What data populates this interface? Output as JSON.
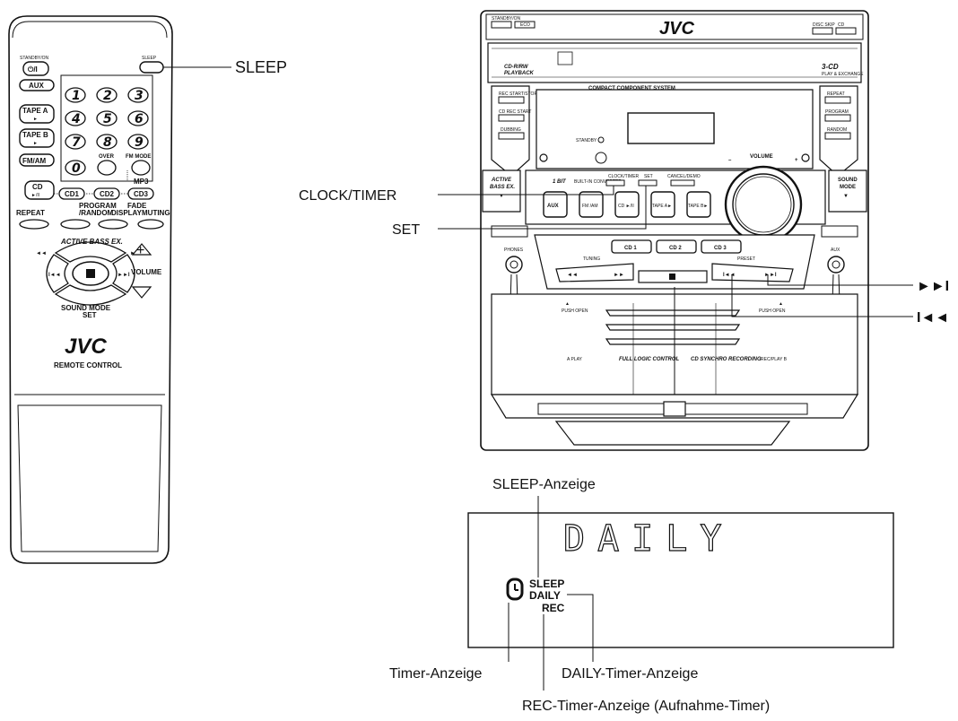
{
  "remote": {
    "standby_label": "STANDBY/ON",
    "power_symbol": "⏻/I",
    "sleep_label": "SLEEP",
    "aux": "AUX",
    "tape_a": "TAPE A",
    "tape_b": "TAPE B",
    "fm_am": "FM/AM",
    "cd": "CD",
    "play_pause": "►/II",
    "cd1": "CD1",
    "cd2": "CD2",
    "cd3": "CD3",
    "digits": [
      "1",
      "2",
      "3",
      "4",
      "5",
      "6",
      "7",
      "8",
      "9",
      "0"
    ],
    "over": "OVER",
    "fm_mode": "FM MODE",
    "mp3": "MP3",
    "repeat": "REPEAT",
    "program_random_1": "PROGRAM",
    "program_random_2": "/RANDOM",
    "display": "DISPLAY",
    "fade_1": "FADE",
    "fade_2": "MUTING",
    "active_bass": "ACTIVE BASS EX.",
    "sound_mode_1": "SOUND MODE",
    "sound_mode_2": "SET",
    "volume": "VOLUME",
    "plus": "+",
    "minus": "–",
    "logo": "JVC",
    "remote_control": "REMOTE CONTROL"
  },
  "unit": {
    "logo": "JVC",
    "standby_on": "STANDBY/ON",
    "echo": "ECO",
    "disc_skip": "DISC SKIP",
    "cd_eject": "CD",
    "cd_rw_1": "CD-R/RW",
    "cd_rw_2": "PLAYBACK",
    "three_cd": "3-CD",
    "three_cd_sub": "PLAY & EXCHANGE",
    "compact": "COMPACT  COMPONENT  SYSTEM",
    "rec_start": "REC START/STOP",
    "cd_rec_start": "CD REC START",
    "dubbing": "DUBBING",
    "repeat": "REPEAT",
    "program": "PROGRAM",
    "random": "RANDOM",
    "standby": "STANDBY",
    "volume": "VOLUME",
    "active_bass_1": "ACTIVE",
    "active_bass_2": "BASS EX.",
    "sound_mode_1": "SOUND",
    "sound_mode_2": "MODE",
    "one_bit": "1 BIT",
    "one_bit_sub": "BUILT-IN CONVERTER",
    "clock_timer_small": "CLOCK/TIMER",
    "set_small": "SET",
    "cancel_demo": "CANCEL/DEMO",
    "src_buttons": [
      "AUX",
      "FM /AM",
      "CD ►/II",
      "TAPE A►",
      "TAPE B►"
    ],
    "disc_buttons": [
      "CD 1",
      "CD 2",
      "CD 3"
    ],
    "tuning": "TUNING",
    "preset": "PRESET",
    "phones": "PHONES",
    "aux_in": "AUX",
    "push_open_left": "PUSH OPEN",
    "push_open_right": "PUSH OPEN",
    "a_play": "A PLAY",
    "full_logic": "FULL LOGIC CONTROL",
    "cd_synchro": "CD SYNCHRO RECORDING",
    "rec_play_b": "REC/PLAY B"
  },
  "callouts": {
    "sleep": "SLEEP",
    "clock_timer": "CLOCK/TIMER",
    "set": "SET",
    "next": "►►I",
    "prev": "I◄◄"
  },
  "display_panel": {
    "segment_text": "DAILY",
    "sleep": "SLEEP",
    "daily": "DAILY",
    "rec": "REC",
    "sleep_indicator": "SLEEP-Anzeige",
    "timer_indicator": "Timer-Anzeige",
    "daily_timer_indicator": "DAILY-Timer-Anzeige",
    "rec_timer_indicator": "REC-Timer-Anzeige (Aufnahme-Timer)"
  }
}
